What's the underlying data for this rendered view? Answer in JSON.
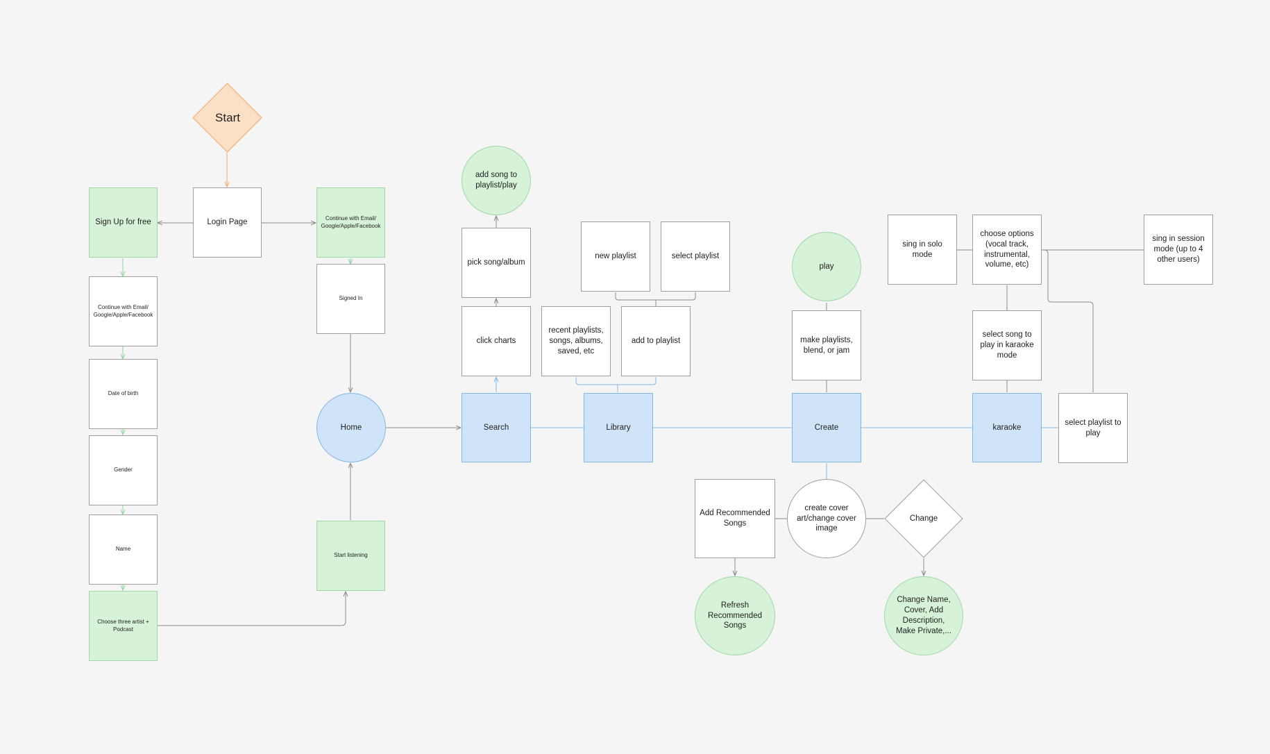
{
  "nodes": {
    "start": "Start",
    "login_page": "Login Page",
    "sign_up": "Sign Up for free",
    "continue_with_top": "Continue with Email/ Google/Apple/Facebook",
    "signed_in": "Signed In",
    "continue_with_left": "Continue with Email/ Google/Apple/Facebook",
    "date_of_birth": "Date of birth",
    "gender": "Gender",
    "name": "Name",
    "choose_three_artist": "Choose three artist + Podcast",
    "start_listening": "Start listening",
    "home": "Home",
    "search": "Search",
    "click_charts": "click charts",
    "pick_song_album": "pick song/album",
    "add_song_to_playlist": "add song to playlist/play",
    "library": "Library",
    "recent_playlists": "recent playlists, songs, albums, saved, etc",
    "add_to_playlist": "add to playlist",
    "new_playlist": "new playlist",
    "select_playlist": "select playlist",
    "create": "Create",
    "make_playlists": "make playlists, blend, or jam",
    "play": "play",
    "add_recommended_songs": "Add Recommended Songs",
    "create_cover_art": "create cover art/change cover image",
    "change": "Change",
    "refresh_recommended_songs": "Refresh Recommended Songs",
    "change_name_cover": "Change Name, Cover, Add Description, Make Private,...",
    "karaoke": "karaoke",
    "select_song_karaoke": "select song to play in karaoke mode",
    "choose_options": "choose options (vocal track, instrumental, volume, etc)",
    "sing_solo": "sing in solo mode",
    "sing_session": "sing in session mode (up to 4 other users)",
    "select_playlist_to_play": "select playlist to play"
  },
  "colors": {
    "background": "#f5f5f5",
    "green_fill": "#d6f3d9",
    "blue_fill": "#cfe4f8",
    "orange_fill": "#fbe0c5",
    "gray_line": "#8a8a8a",
    "green_line": "#8fd49a",
    "blue_line": "#7fb6e6",
    "orange_line": "#f0a969"
  }
}
